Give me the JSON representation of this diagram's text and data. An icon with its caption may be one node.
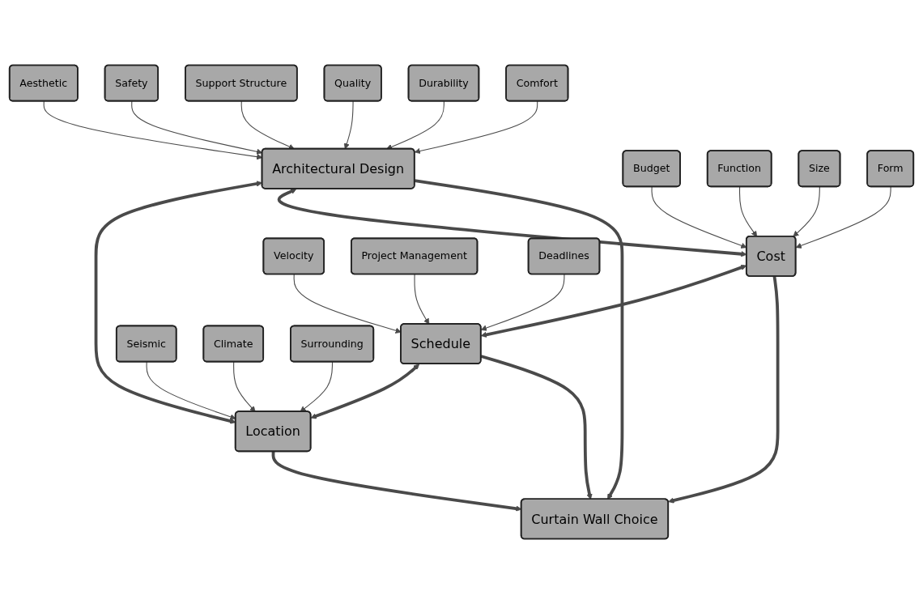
{
  "diagram": {
    "nodes": [
      {
        "text": [
          "Curtain Wall Choice"
        ]
      },
      {
        "text": [
          "Schedule"
        ]
      },
      {
        "text": [
          "Location"
        ]
      },
      {
        "text": [
          "Cost"
        ]
      },
      {
        "text": [
          "Architectural Design"
        ]
      },
      {
        "text": [
          "Velocity"
        ]
      },
      {
        "text": [
          "Project Management"
        ]
      },
      {
        "text": [
          "Deadlines"
        ]
      },
      {
        "text": [
          "Seismic"
        ]
      },
      {
        "text": [
          "Climate"
        ]
      },
      {
        "text": [
          "Surrounding"
        ]
      },
      {
        "text": [
          "Comfort"
        ]
      },
      {
        "text": [
          "Durability"
        ]
      },
      {
        "text": [
          "Quality"
        ]
      },
      {
        "text": [
          "Support Structure"
        ]
      },
      {
        "text": [
          "Safety"
        ]
      },
      {
        "text": [
          "Aesthetic"
        ]
      },
      {
        "text": [
          "Budget"
        ]
      },
      {
        "text": [
          "Function"
        ]
      },
      {
        "text": [
          "Size"
        ]
      },
      {
        "text": [
          "Form"
        ]
      }
    ],
    "edges": [
      {
        "from": 1,
        "to": 0,
        "arrow": "to",
        "style": "thick"
      },
      {
        "from": 2,
        "to": 0,
        "arrow": "to",
        "style": "thick"
      },
      {
        "from": 3,
        "to": 0,
        "arrow": "to",
        "style": "thick"
      },
      {
        "from": 4,
        "to": 0,
        "arrow": "to",
        "style": "thick"
      },
      {
        "from": 1,
        "to": 2,
        "arrow": "both",
        "style": "thick"
      },
      {
        "from": 3,
        "to": 1,
        "arrow": "both",
        "style": "thick"
      },
      {
        "from": 4,
        "to": 3,
        "arrow": "both",
        "style": "thick"
      },
      {
        "from": 4,
        "to": 2,
        "arrow": "both",
        "style": "thick"
      },
      {
        "from": 5,
        "to": 1,
        "arrow": "to"
      },
      {
        "from": 6,
        "to": 1,
        "arrow": "to"
      },
      {
        "from": 7,
        "to": 1,
        "arrow": "to"
      },
      {
        "from": 8,
        "to": 2,
        "arrow": "to"
      },
      {
        "from": 9,
        "to": 2,
        "arrow": "to"
      },
      {
        "from": 10,
        "to": 2,
        "arrow": "to"
      },
      {
        "from": 11,
        "to": 4,
        "arrow": "to"
      },
      {
        "from": 12,
        "to": 4,
        "arrow": "to"
      },
      {
        "from": 13,
        "to": 4,
        "arrow": "to"
      },
      {
        "from": 14,
        "to": 4,
        "arrow": "to"
      },
      {
        "from": 15,
        "to": 4,
        "arrow": "to"
      },
      {
        "from": 16,
        "to": 4,
        "arrow": "to"
      },
      {
        "from": 17,
        "to": 3,
        "arrow": "to"
      },
      {
        "from": 18,
        "to": 3,
        "arrow": "to"
      },
      {
        "from": 19,
        "to": 3,
        "arrow": "to"
      },
      {
        "from": 20,
        "to": 3,
        "arrow": "to"
      }
    ]
  }
}
